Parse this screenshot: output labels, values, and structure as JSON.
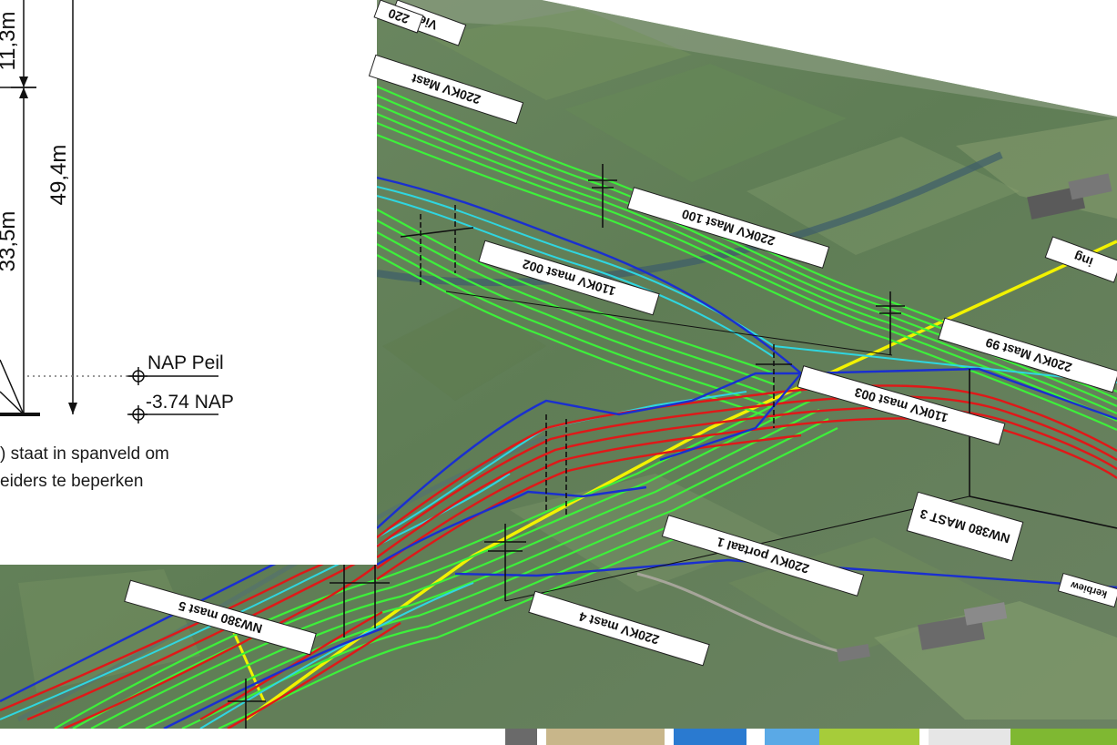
{
  "drawing": {
    "dimensions": [
      "11,3m",
      "49,4m",
      "33,5m"
    ],
    "nap_label": "NAP Peil",
    "nap_value": "-3.74 NAP",
    "note_lines": [
      ") staat in  spanveld om",
      "eiders te beperken"
    ]
  },
  "map_labels": [
    "220KV Mast",
    "220KV Mast 100",
    "110KV mast 002",
    "220KV Mast 99",
    "110KV mast 003",
    "NW380 MAST 3",
    "220KV portaal 1",
    "NW380 mast 5",
    "220KV mast 4"
  ],
  "partial_labels": [
    "Vie",
    "220",
    "ing",
    "kerbiew"
  ],
  "colors": {
    "kv380": "#1a2fd0",
    "kv380_light": "#2fd6e0",
    "kv220": "#3df03a",
    "kv110": "#e01818",
    "route": "#f2f200",
    "field": "#5f7f56"
  }
}
